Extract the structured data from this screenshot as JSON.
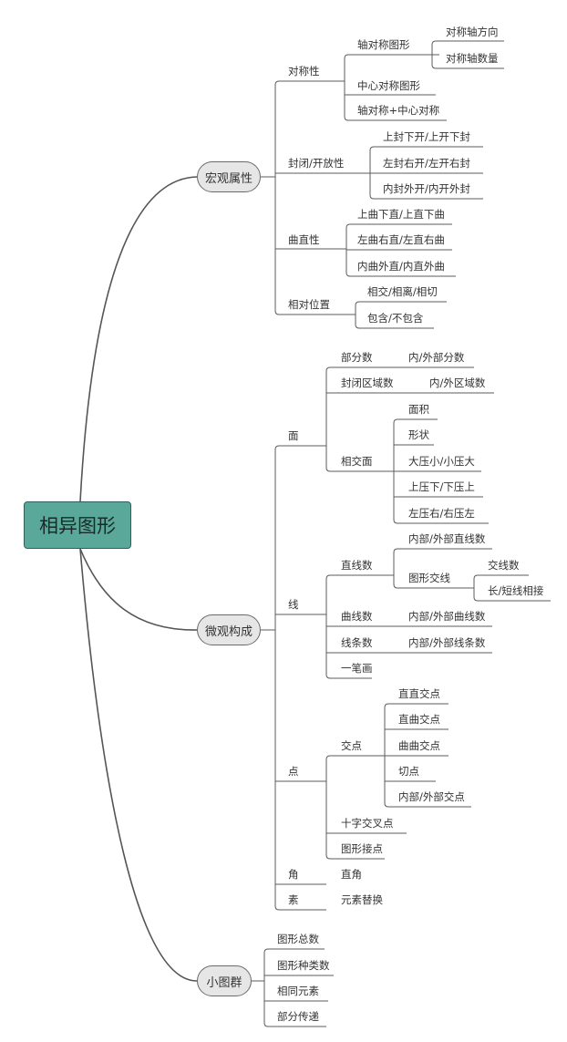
{
  "root": "相异图形",
  "b1": {
    "label": "宏观属性",
    "sym": {
      "label": "对称性",
      "axis": "轴对称图形",
      "axis_dir": "对称轴方向",
      "axis_count": "对称轴数量",
      "center": "中心对称图形",
      "both": "轴对称+中心对称"
    },
    "closed": {
      "label": "封闭/开放性",
      "a": "上封下开/上开下封",
      "b": "左封右开/左开右封",
      "c": "内封外开/内开外封"
    },
    "curve": {
      "label": "曲直性",
      "a": "上曲下直/上直下曲",
      "b": "左曲右直/左直右曲",
      "c": "内曲外直/内直外曲"
    },
    "pos": {
      "label": "相对位置",
      "a": "相交/相离/相切",
      "b": "包含/不包含"
    }
  },
  "b2": {
    "label": "微观构成",
    "face": {
      "label": "面",
      "parts": "部分数",
      "parts_v": "内/外部分数",
      "closed": "封闭区域数",
      "closed_v": "内/外区域数",
      "inter": "相交面",
      "area": "面积",
      "shape": "形状",
      "big": "大压小/小压大",
      "tb": "上压下/下压上",
      "lr": "左压右/右压左"
    },
    "line": {
      "label": "线",
      "straight": "直线数",
      "straight_in": "内部/外部直线数",
      "cross": "图形交线",
      "cross_n": "交线数",
      "cross_ls": "长/短线相接",
      "curve": "曲线数",
      "curve_v": "内部/外部曲线数",
      "count": "线条数",
      "count_v": "内部/外部线条数",
      "stroke": "一笔画"
    },
    "point": {
      "label": "点",
      "inter": "交点",
      "ss": "直直交点",
      "sc": "直曲交点",
      "cc": "曲曲交点",
      "tan": "切点",
      "io": "内部/外部交点",
      "cross": "十字交叉点",
      "touch": "图形接点"
    },
    "angle": {
      "label": "角",
      "v": "直角"
    },
    "elem": {
      "label": "素",
      "v": "元素替换"
    }
  },
  "b3": {
    "label": "小图群",
    "a": "图形总数",
    "b": "图形种类数",
    "c": "相同元素",
    "d": "部分传递"
  }
}
